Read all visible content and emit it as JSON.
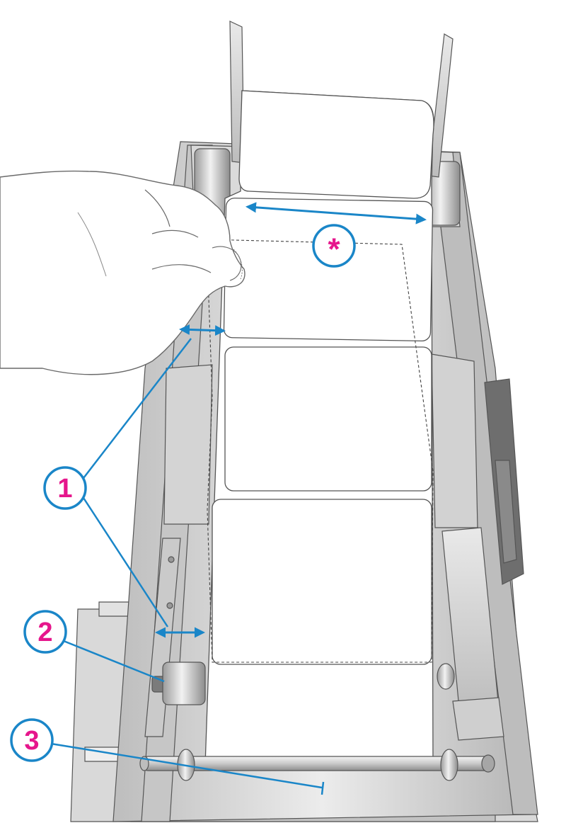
{
  "callouts": [
    {
      "id": "1",
      "label": "1"
    },
    {
      "id": "2",
      "label": "2"
    },
    {
      "id": "3",
      "label": "3"
    },
    {
      "id": "star",
      "label": "*"
    }
  ],
  "colors": {
    "accent_blue": "#1a86c8",
    "callout_magenta": "#e6168c",
    "metal_light": "#e6e6e6",
    "metal_mid": "#cfcfcf",
    "metal_dark": "#9e9e9e"
  },
  "icons": [
    "hand",
    "label-roll",
    "guide-roller",
    "rewind-spindle",
    "width-arrow"
  ]
}
